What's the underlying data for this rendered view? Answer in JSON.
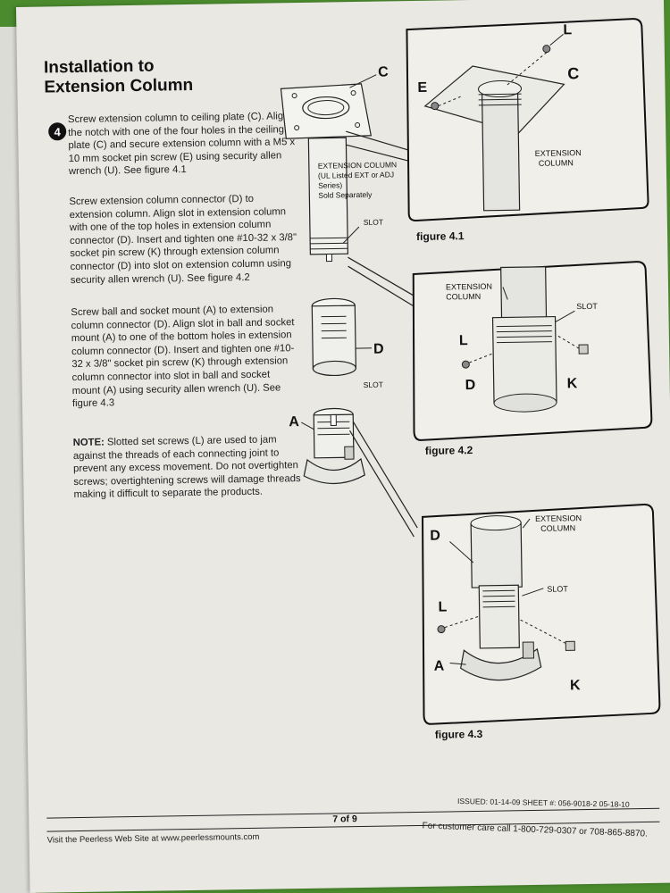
{
  "title_line1": "Installation to",
  "title_line2": "Extension Column",
  "step_number": "4",
  "para1": "Screw extension column to ceiling plate (C). Align the notch with one of the four holes in the ceiling plate (C) and secure extension column with a M5 x 10 mm socket pin screw (E) using security allen wrench (U). See figure 4.1",
  "para2": "Screw extension column connector (D) to extension column. Align slot in extension column with one of the top holes in extension column connector (D). Insert and tighten one #10-32 x 3/8\" socket pin screw (K) through extension column connector (D) into slot on extension column using security allen wrench (U). See figure 4.2",
  "para3": "Screw ball and socket mount (A) to extension column connector (D). Align slot in ball and socket mount (A) to one of the bottom holes in extension column connector (D). Insert and tighten one #10-32 x 3/8\" socket pin screw (K) through extension column connector into slot in ball and socket mount (A) using security allen wrench (U). See figure 4.3",
  "note_label": "NOTE:",
  "note_text": "Slotted set screws (L) are used to jam against the threads of each connecting joint to prevent any excess movement. Do not overtighten screws; overtightening screws will damage threads making it difficult to separate the products.",
  "labels": {
    "c": "C",
    "e": "E",
    "l": "L",
    "d": "D",
    "k": "K",
    "a": "A",
    "slot": "SLOT",
    "ext_col_line1": "EXTENSION COLUMN",
    "ext_col_line2": "(UL Listed EXT or ADJ",
    "ext_col_line3": "Series)",
    "ext_col_line4": "Sold Separately",
    "extension": "EXTENSION",
    "column": "COLUMN",
    "fig41": "figure 4.1",
    "fig42": "figure 4.2",
    "fig43": "figure 4.3"
  },
  "footer": {
    "page": "7 of 9",
    "issued": "ISSUED: 01-14-09   SHEET #: 056-9018-2   05-18-10",
    "visit": "Visit the Peerless Web Site at www.peerlessmounts.com",
    "care": "For customer care call 1-800-729-0307 or 708-865-8870."
  },
  "colors": {
    "paper": "#e9e8e3",
    "ink": "#111111",
    "background": "#4b8b2e"
  }
}
